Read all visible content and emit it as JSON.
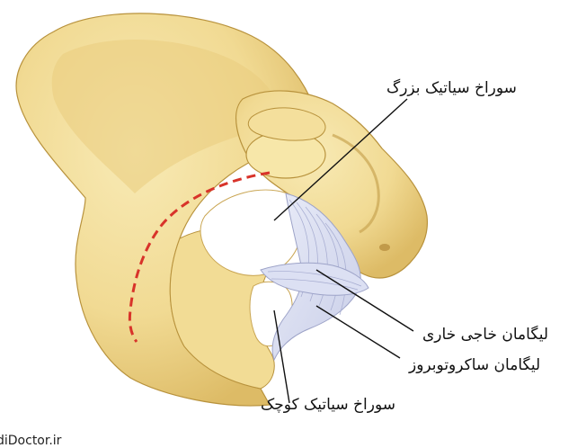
{
  "labels": {
    "greater_sciatic_foramen": "سوراخ سیاتیک بزرگ",
    "sacrospinous_ligament": "لیگامان خاجی خاری",
    "sacrotuberous_ligament": "لیگامان ساکروتوبروز",
    "lesser_sciatic_foramen": "سوراخ سیاتیک کوچک"
  },
  "watermark": "diDoctor.ir",
  "colors": {
    "bone": "#F3DE9A",
    "bone_shadow": "#D9B65E",
    "bone_outline": "#B8923C",
    "ligament": "#D9DDF0",
    "ligament_lines": "#9DA3C8",
    "dashed_line": "#D8332A",
    "pointer": "#111111"
  }
}
